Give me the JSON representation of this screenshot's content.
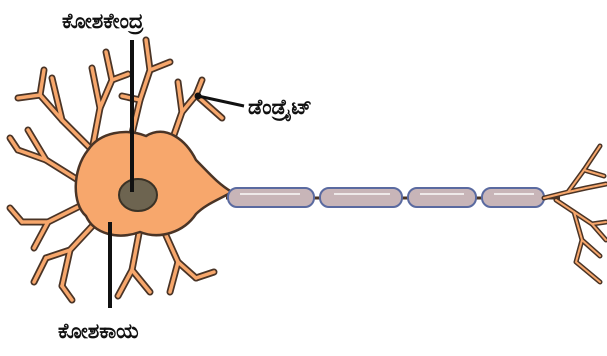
{
  "labels": {
    "nucleus": "ಕೋಶಕೇಂದ್ರ",
    "dendrite": "ಡೆಂಡ್ರೈಟ್",
    "cell_body": "ಕೋಶಕಾಯ"
  },
  "colors": {
    "cell_body_fill": "#f7a76c",
    "outline": "#4a3426",
    "nucleus_fill": "#6d6450",
    "axon_sheath": "#c8b5b8",
    "axon_border": "#5a6aa0",
    "pointer": "#111111"
  }
}
